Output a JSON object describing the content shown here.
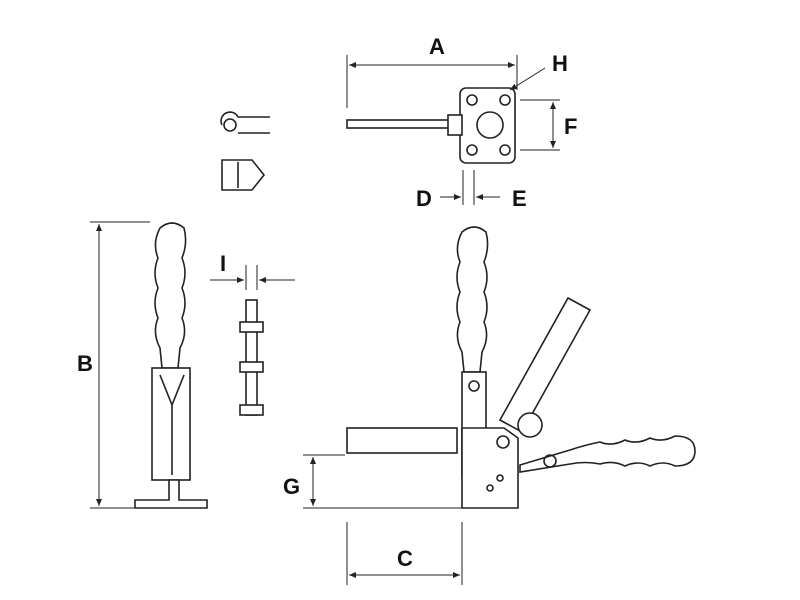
{
  "diagram": {
    "labels": {
      "A": "A",
      "B": "B",
      "C": "C",
      "D": "D",
      "E": "E",
      "F": "F",
      "G": "G",
      "H": "H",
      "I": "I"
    },
    "line_color": "#222222"
  }
}
